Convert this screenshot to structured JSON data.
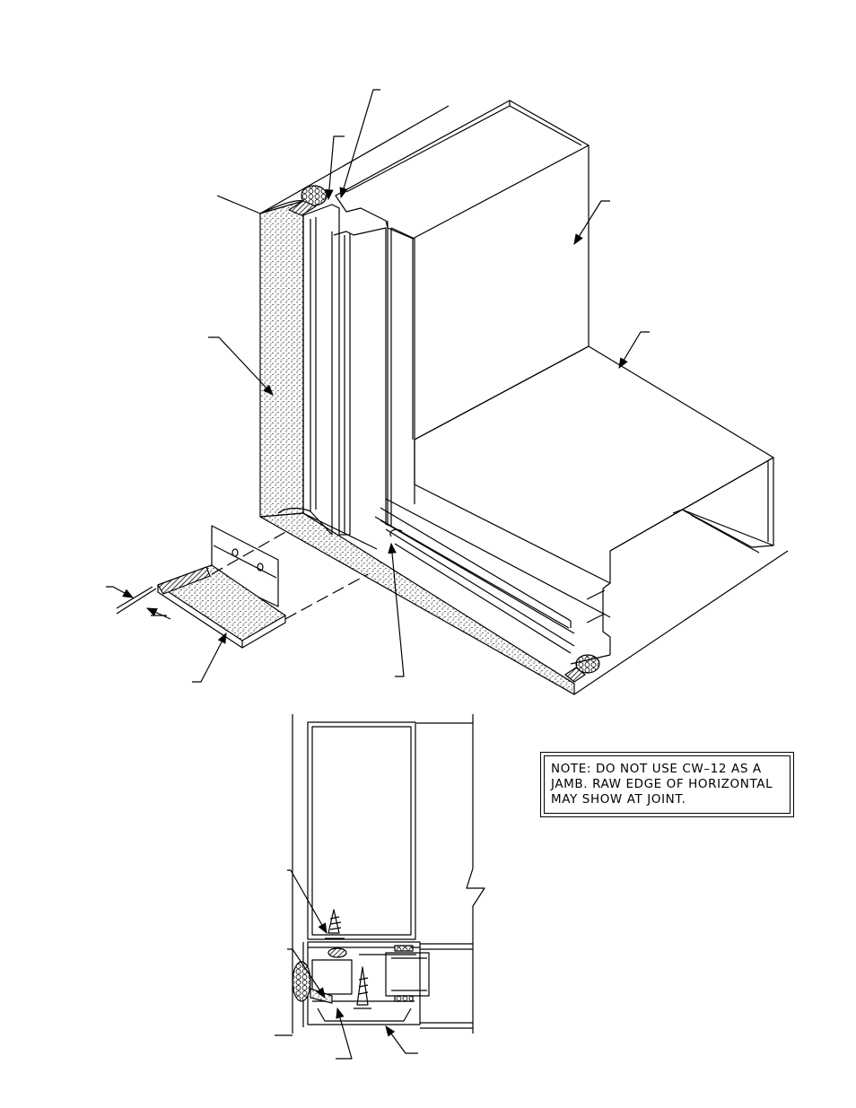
{
  "note": {
    "lines": [
      "NOTE: DO NOT USE CW–12 AS A",
      "JAMB. RAW EDGE OF HORIZONTAL",
      "MAY SHOW AT JOINT."
    ]
  }
}
